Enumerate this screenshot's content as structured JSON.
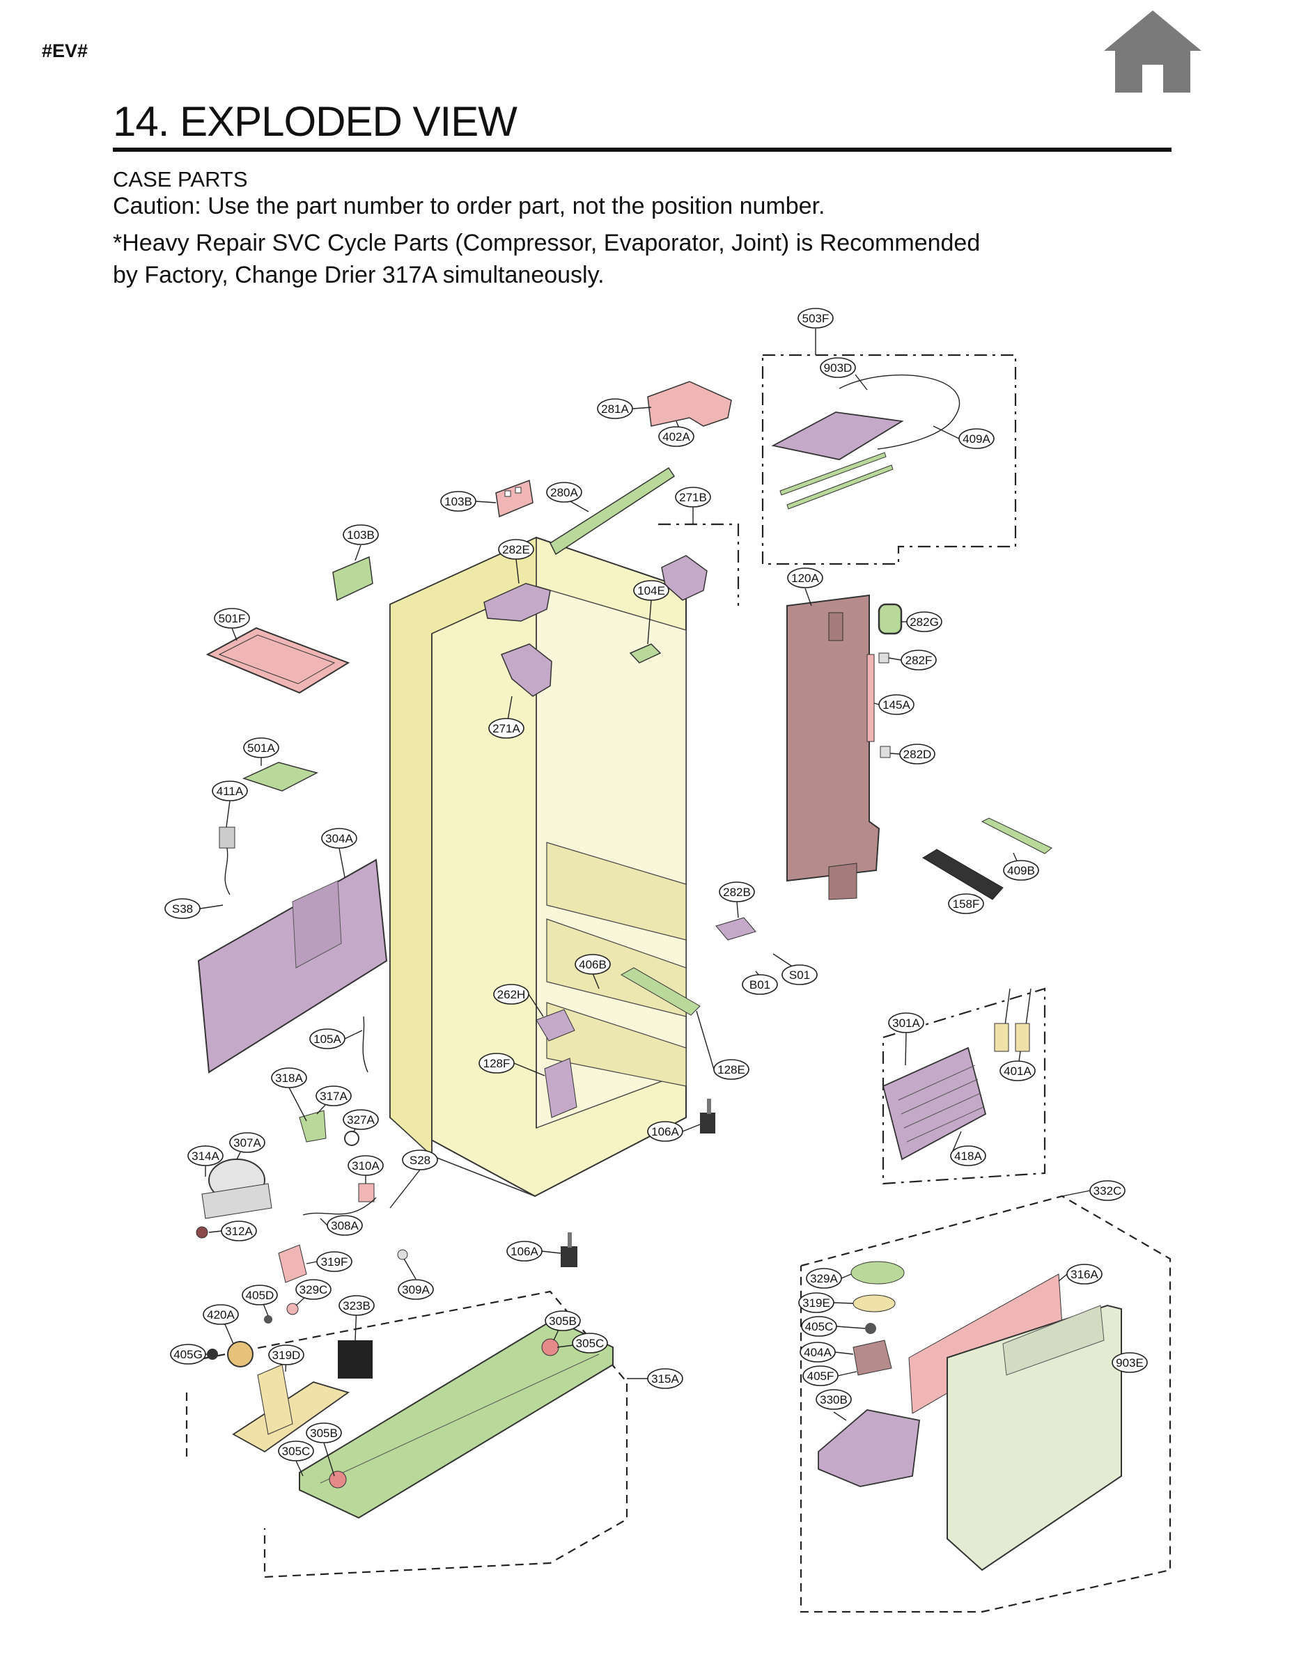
{
  "page_tag": "#EV#",
  "header": {
    "title": "14. EXPLODED VIEW",
    "section": "CASE PARTS",
    "caution": "Caution: Use the part number to order part, not the position number.",
    "note_line1": "*Heavy Repair SVC Cycle Parts (Compressor, Evaporator, Joint) is Recommended",
    "note_line2": "by Factory, Change Drier 317A simultaneously."
  },
  "icons": {
    "home": "home-icon",
    "home_color": "#7a7a7a"
  },
  "colors": {
    "cabinet": "#f6f3c4",
    "pink": "#f0b6b6",
    "lavender": "#c5a9c9",
    "green": "#b9d99a",
    "duct": "#b58b8b",
    "cover": "#e3ecd2"
  },
  "labels": {
    "l503F": "503F",
    "l903D": "903D",
    "l409A": "409A",
    "l281A": "281A",
    "l402A": "402A",
    "l103B_top": "103B",
    "l280A": "280A",
    "l271B": "271B",
    "l103B_left": "103B",
    "l282E": "282E",
    "l104E": "104E",
    "l120A": "120A",
    "l282G": "282G",
    "l282F": "282F",
    "l501F": "501F",
    "l145A": "145A",
    "l271A": "271A",
    "l282D": "282D",
    "l501A": "501A",
    "l411A": "411A",
    "l304A": "304A",
    "l409B": "409B",
    "l282B": "282B",
    "l158F": "158F",
    "lS38": "S38",
    "l406B": "406B",
    "lS01": "S01",
    "lB01": "B01",
    "l262H": "262H",
    "l301A": "301A",
    "l105A": "105A",
    "l128F": "128F",
    "l128E": "128E",
    "l401A": "401A",
    "l318A": "318A",
    "l317A": "317A",
    "l327A": "327A",
    "l106A_1": "106A",
    "l314A": "314A",
    "l307A": "307A",
    "lS28": "S28",
    "l310A": "310A",
    "l418A": "418A",
    "l332C": "332C",
    "l312A": "312A",
    "l308A": "308A",
    "l106A_2": "106A",
    "l319F": "319F",
    "l309A": "309A",
    "l329A": "329A",
    "l316A": "316A",
    "l405D": "405D",
    "l329C": "329C",
    "l323B": "323B",
    "l319E": "319E",
    "l420A": "420A",
    "l305B_1": "305B",
    "l405C": "405C",
    "l305C_1": "305C",
    "l405G": "405G",
    "l319D": "319D",
    "l404A": "404A",
    "l903E": "903E",
    "l315A": "315A",
    "l405F": "405F",
    "l330B": "330B",
    "l305B_2": "305B",
    "l305C_2": "305C"
  }
}
